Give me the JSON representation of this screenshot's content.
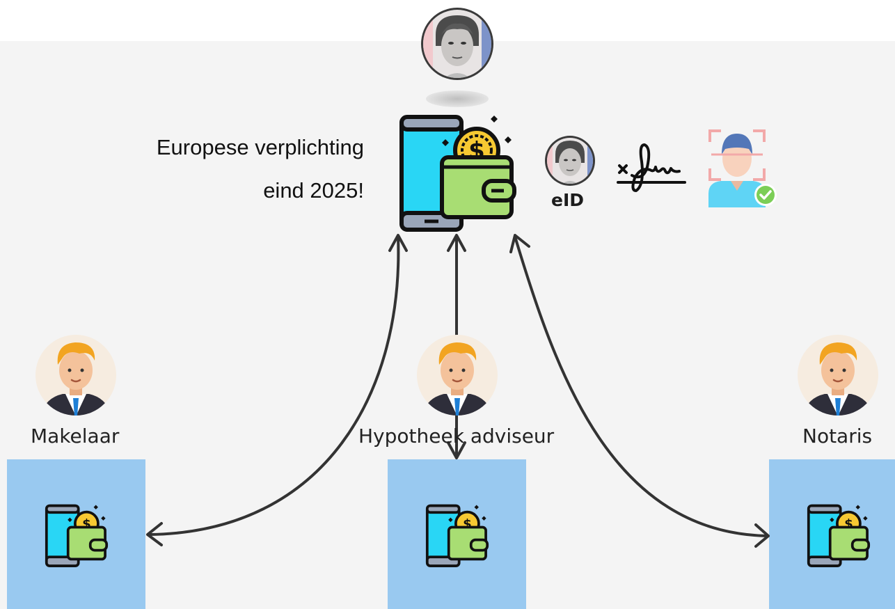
{
  "banner": {
    "line1": "Europese verplichting",
    "line2": "eind 2025!"
  },
  "eid_label": "eID",
  "parties": [
    {
      "label": "Makelaar"
    },
    {
      "label": "Hypotheek adviseur"
    },
    {
      "label": "Notaris"
    }
  ],
  "icons": {
    "user": "person-photo-icon",
    "wallet": "mobile-wallet-icon",
    "signature": "signature-icon",
    "face": "face-recognition-icon",
    "advisor": "businessman-avatar-icon"
  },
  "colors": {
    "canvas": "#f4f4f4",
    "box": "#99c9f0",
    "phone": "#29d6f5",
    "wallet": "#a8dd73",
    "coin": "#f7c932",
    "arrow": "#333333"
  }
}
